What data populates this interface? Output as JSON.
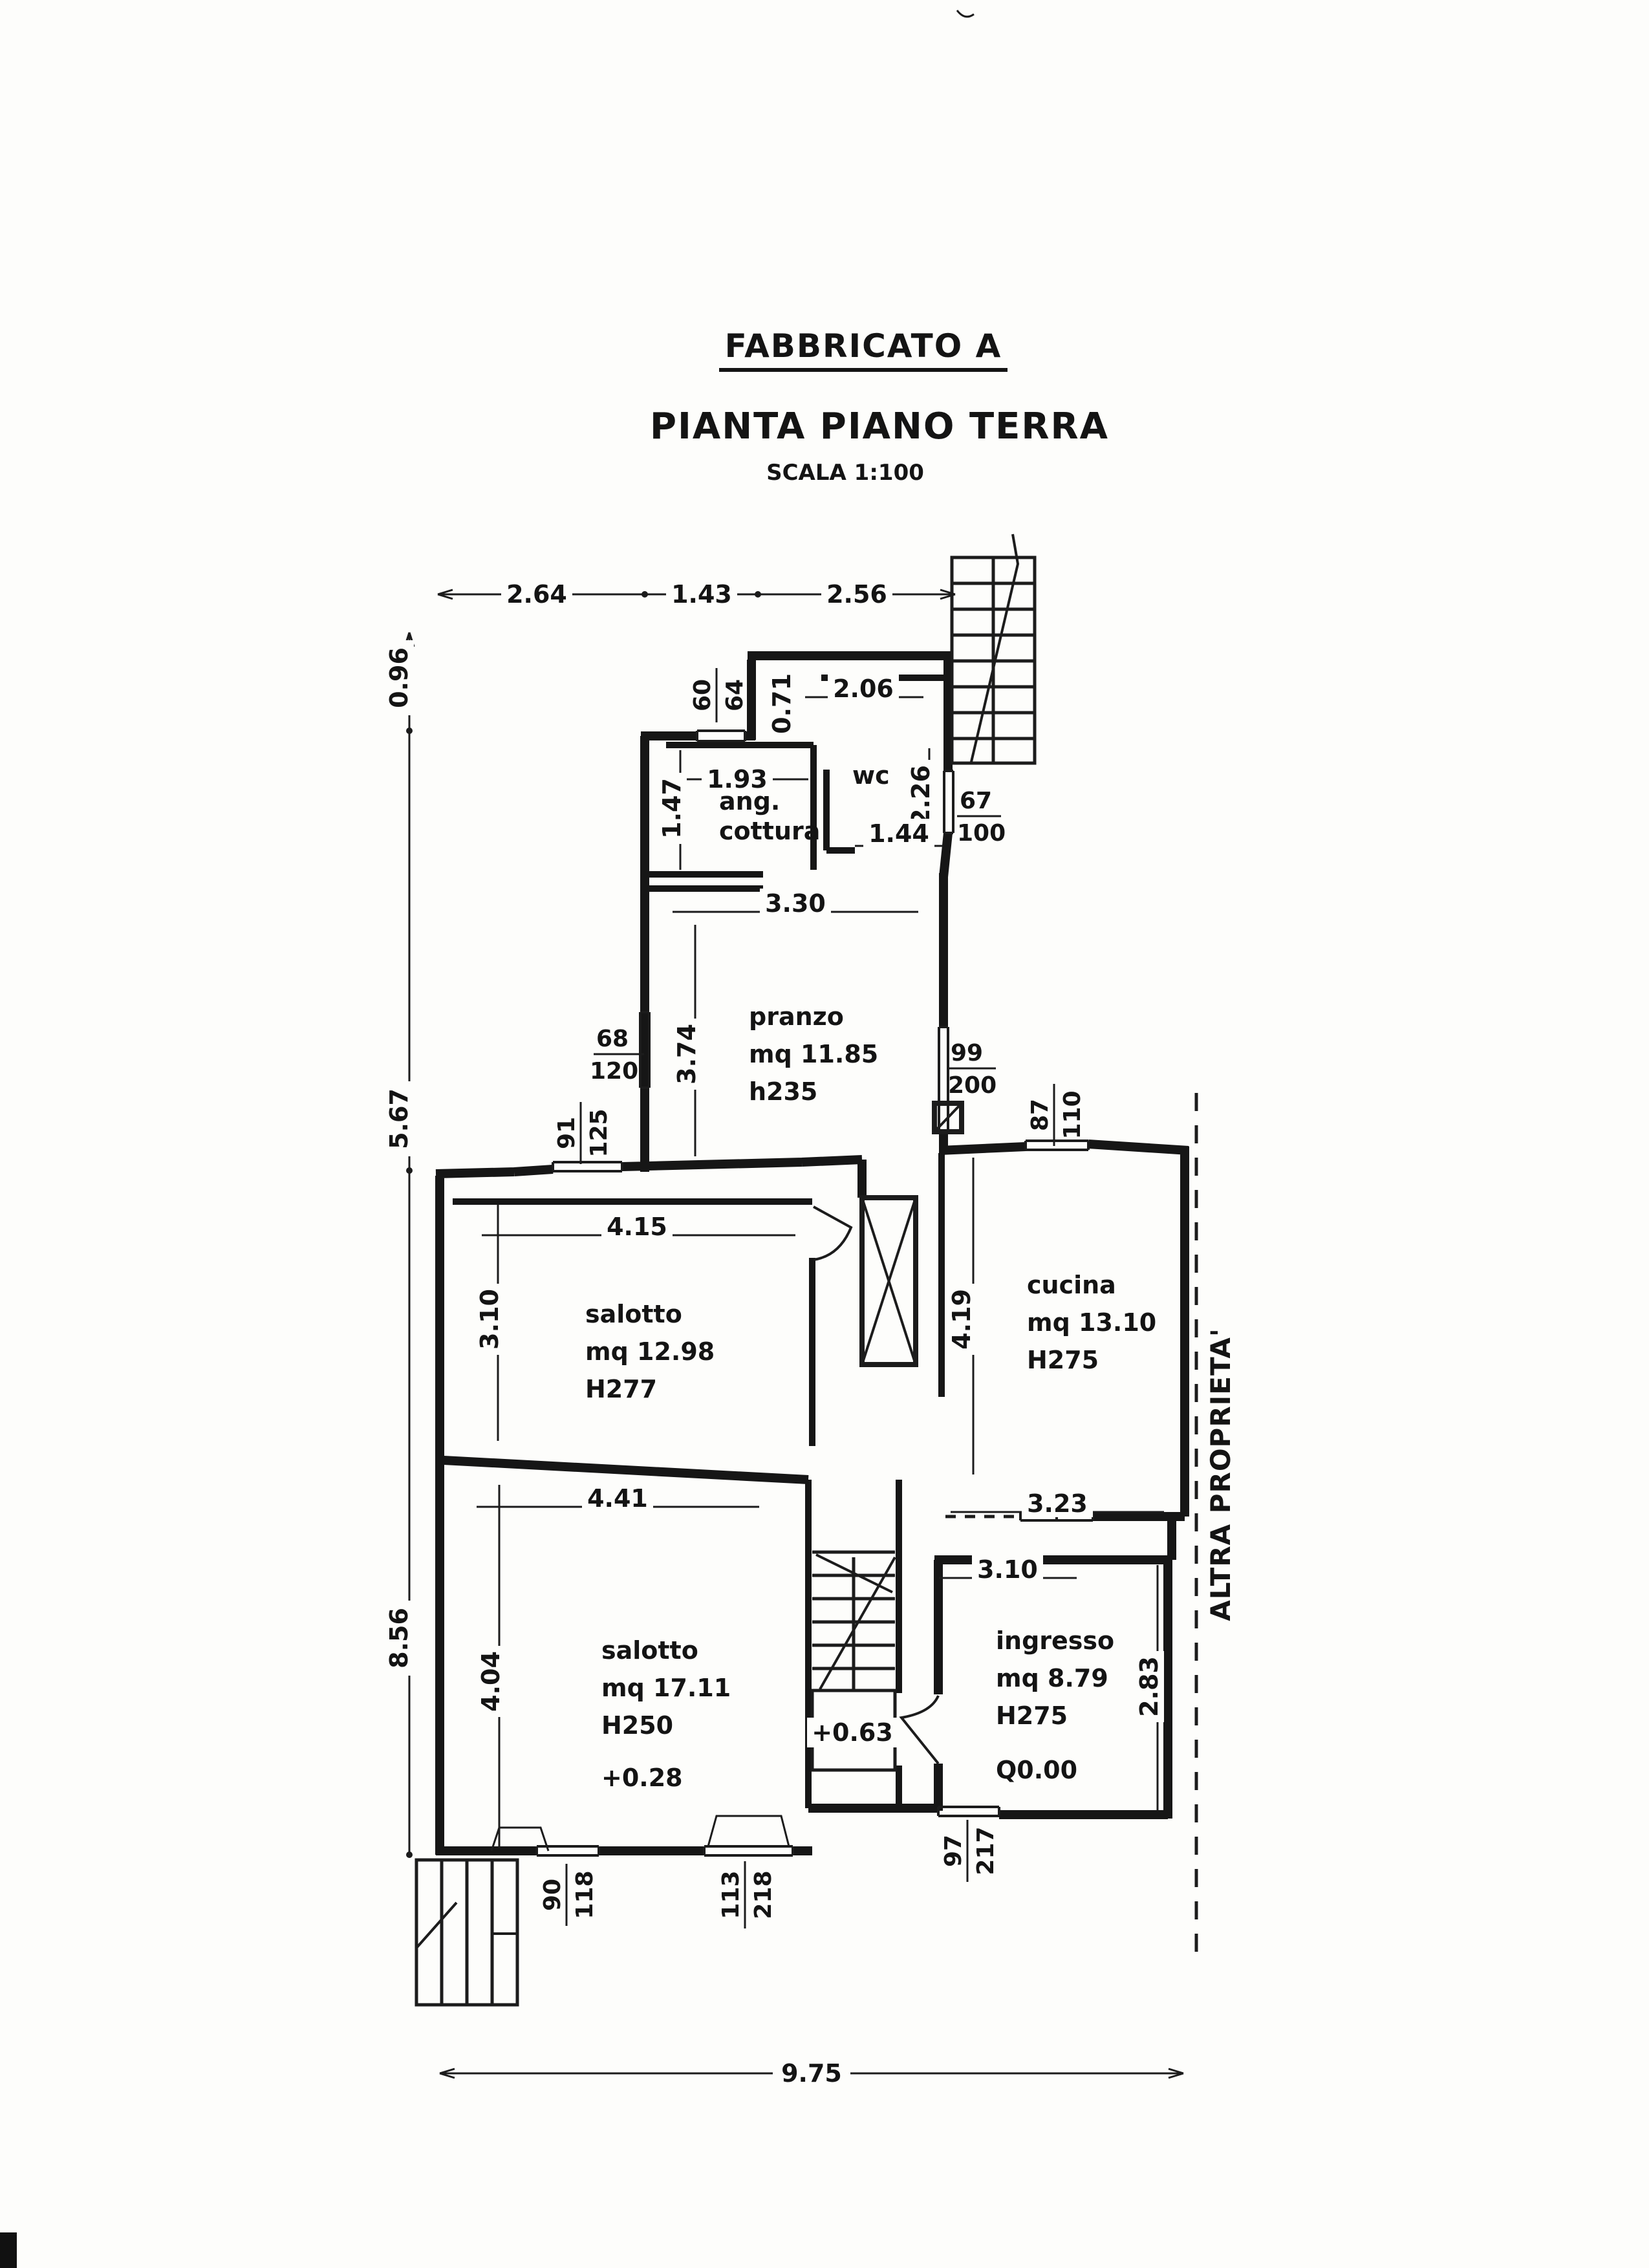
{
  "page": {
    "title": "FABBRICATO A",
    "subtitle": "PIANTA PIANO TERRA",
    "scale_note": "SCALA 1:100"
  },
  "dims": {
    "top_left": "2.64",
    "top_mid": "1.43",
    "top_right": "2.56",
    "left_top": "0.96",
    "left_mid": "5.67",
    "left_bottom": "8.56",
    "bottom_total": "9.75",
    "ang_cottura_width": "1.93",
    "ang_cottura_height": "1.47",
    "wc_offset": "0.71",
    "wc_width": "2.06",
    "wc_height": "2.26",
    "wc_door": "1.44",
    "pranzo_width": "3.30",
    "pranzo_height": "3.74",
    "salotto_nord_width": "4.15",
    "salotto_nord_height": "3.10",
    "cucina_height": "4.19",
    "cucina_width": "3.23",
    "salotto_sud_width": "4.41",
    "salotto_sud_height": "4.04",
    "ingresso_width": "3.10",
    "ingresso_height": "2.83",
    "stair_landing_quota": "+0.63"
  },
  "rooms": {
    "ang_cottura": {
      "name_line1": "ang.",
      "name_line2": "cottura"
    },
    "wc": {
      "name": "wc"
    },
    "pranzo": {
      "name": "pranzo",
      "area": "mq 11.85",
      "height": "h235"
    },
    "salotto_nord": {
      "name": "salotto",
      "area": "mq 12.98",
      "height": "H277"
    },
    "cucina": {
      "name": "cucina",
      "area": "mq 13.10",
      "height": "H275"
    },
    "salotto_sud": {
      "name": "salotto",
      "area": "mq 17.11",
      "height": "H250",
      "quota": "+0.28"
    },
    "ingresso": {
      "name": "ingresso",
      "area": "mq 8.79",
      "height": "H275",
      "quota": "Q0.00"
    }
  },
  "openings": {
    "win_ang_cottura": {
      "num": "60",
      "den": "64"
    },
    "win_scala_esterna": {
      "num": "67",
      "den": "100"
    },
    "win_pranzo_ovest": {
      "num": "68",
      "den": "120"
    },
    "porta_pranzo_est": {
      "num": "99",
      "den": "200"
    },
    "win_salotto_nord": {
      "num": "91",
      "den": "125"
    },
    "win_cucina": {
      "num": "87",
      "den": "110"
    },
    "win_salotto_sud": {
      "num": "90",
      "den": "118"
    },
    "porta_salotto_sud": {
      "num": "113",
      "den": "218"
    },
    "porta_ingresso": {
      "num": "97",
      "den": "217"
    }
  },
  "boundary": {
    "label": "ALTRA PROPRIETA'"
  }
}
